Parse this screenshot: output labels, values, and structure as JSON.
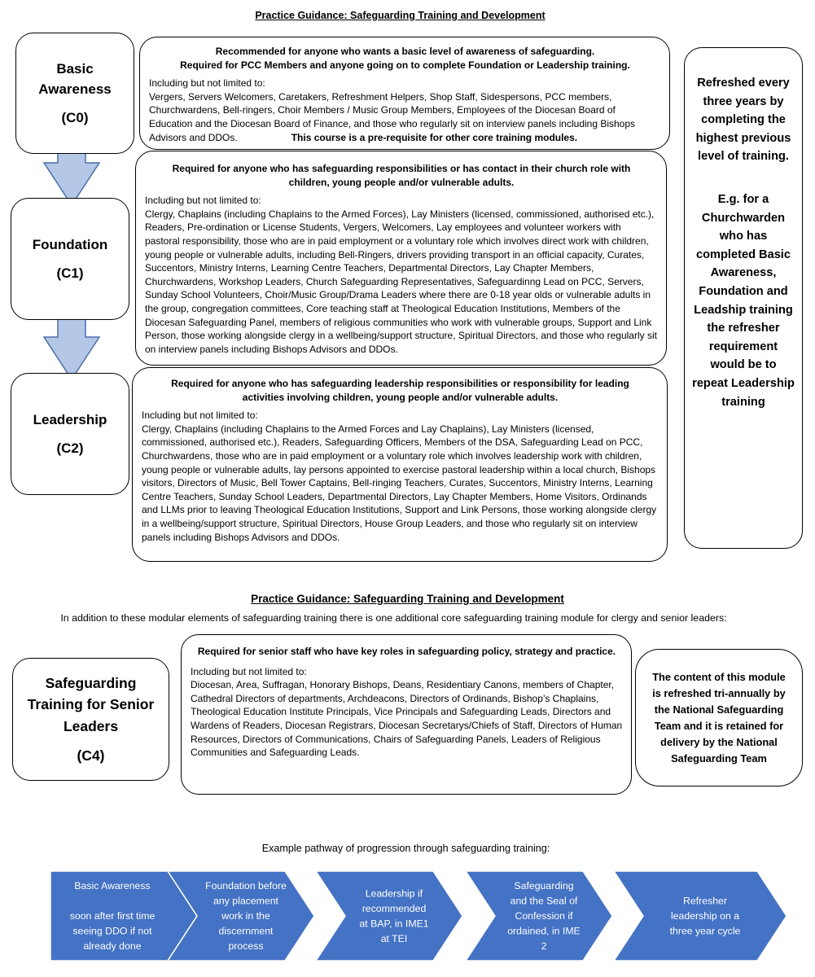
{
  "page_title": "Practice Guidance:  Safeguarding Training and Development",
  "levels": {
    "c0": {
      "name_line1": "Basic",
      "name_line2": "Awareness",
      "code": "(C0)",
      "header_line1": "Recommended for anyone who wants a basic level of awareness of safeguarding.",
      "header_line2": "Required for PCC Members and anyone going on to complete Foundation or Leadership training.",
      "intro": "Including but not limited to:",
      "roles": " Vergers, Servers Welcomers, Caretakers, Refreshment Helpers, Shop Staff, Sidespersons, PCC members, Churchwardens, Bell-ringers, Choir Members / Music Group Members, Employees of the Diocesan Board of Education and the Diocesan Board of Finance, and those who regularly sit on interview panels including Bishops Advisors and DDOs.",
      "prereq": "This course is a pre-requisite for other core training modules."
    },
    "c1": {
      "name": "Foundation",
      "code": "(C1)",
      "header": "Required for anyone who has safeguarding responsibilities or has contact in their church role with children, young people and/or vulnerable adults.",
      "intro": "Including but not limited to:",
      "roles": " Clergy, Chaplains (including Chaplains to the Armed Forces), Lay Ministers (licensed, commissioned, authorised etc.), Readers, Pre-ordination or License Students, Vergers, Welcomers, Lay employees and volunteer workers with pastoral responsibility, those who are in paid employment or a voluntary role which involves direct work with children, young people or vulnerable adults, including Bell-Ringers, drivers providing transport in an official capacity, Curates, Succentors, Ministry Interns, Learning Centre Teachers, Departmental Directors, Lay Chapter Members, Churchwardens, Workshop Leaders, Church Safeguarding Representatives, Safeguardinng Lead on PCC, Servers, Sunday School Volunteers, Choir/Music Group/Drama Leaders where there are 0-18 year olds or vulnerable adults in the group, congregation committees, Core teaching staff at Theological Education Institutions, Members of the Diocesan Safeguarding Panel, members of religious communities who work with vulnerable groups, Support and Link Person, those working alongside clergy in a wellbeing/support structure, Spiritual Directors, and those who regularly sit on interview panels including Bishops Advisors and DDOs."
    },
    "c2": {
      "name": "Leadership",
      "code": "(C2)",
      "header": "Required for anyone who has safeguarding leadership responsibilities or responsibility for leading activities involving children, young people and/or vulnerable adults.",
      "intro": "Including but not limited to:",
      "roles": "Clergy, Chaplains (including Chaplains to the Armed Forces and Lay Chaplains), Lay Ministers (licensed, commissioned, authorised etc.), Readers, Safeguarding Officers, Members of the DSA, Safeguarding Lead on PCC, Churchwardens, those who are in paid employment or a voluntary role which involves leadership work with children, young people or vulnerable adults, lay persons appointed to exercise pastoral leadership within a local church, Bishops visitors, Directors of Music, Bell Tower Captains, Bell-ringing Teachers, Curates, Succentors, Ministry Interns, Learning Centre Teachers, Sunday School Leaders, Departmental Directors, Lay Chapter Members, Home Visitors, Ordinands and LLMs prior to leaving Theological Education Institutions, Support and Link Persons, those working alongside clergy in a wellbeing/support structure, Spiritual Directors, House Group Leaders, and those who regularly sit on interview panels including Bishops Advisors and DDOs."
    },
    "c4": {
      "name": "Safeguarding Training for Senior Leaders",
      "code": "(C4)",
      "header": "Required for senior staff who have key roles in safeguarding policy, strategy and practice.",
      "intro": "Including but not limited to:",
      "roles": "Diocesan, Area, Suffragan, Honorary Bishops, Deans, Residentiary Canons, members of Chapter, Cathedral Directors of departments, Archdeacons, Directors of Ordinands, Bishop’s Chaplains, Theological Education Institute Principals, Vice Principals and Safeguarding Leads, Directors and Wardens of Readers, Diocesan Registrars, Diocesan Secretarys/Chiefs of Staff, Directors of Human Resources, Directors of Communications, Chairs of Safeguarding Panels, Leaders of Religious Communities and Safeguarding Leads."
    }
  },
  "refresher_note": {
    "para1": "Refreshed every three years by completing the highest previous level of training.",
    "para2": "E.g. for a Churchwarden who has completed Basic Awareness, Foundation and Leadship training the refresher requirement would be to repeat Leadership training"
  },
  "section2": {
    "title": "Practice Guidance:  Safeguarding Training and Development",
    "intro": "In addition to these modular elements of safeguarding training there is one additional core safeguarding training module for clergy and senior leaders:",
    "c4_note": "The content of this module is refreshed tri-annually by the National Safeguarding Team and it is retained for delivery by the National Safeguarding Team"
  },
  "pathway": {
    "label": "Example pathway of progression through safeguarding training:",
    "fill_color": "#4472c4",
    "steps": [
      {
        "lines": [
          "Basic Awareness",
          "",
          "soon after first time",
          "seeing DDO if not",
          "already done"
        ]
      },
      {
        "lines": [
          "Foundation before",
          "any placement",
          "work in the",
          "discernment",
          "process"
        ]
      },
      {
        "lines": [
          "Leadership if",
          "recommended",
          "at BAP, in IME1",
          "at TEI"
        ]
      },
      {
        "lines": [
          "Safeguarding",
          "and the Seal of",
          "Confession if",
          "ordained, in IME",
          "2"
        ]
      },
      {
        "lines": [
          "Refresher",
          "leadership on a",
          "three year cycle"
        ]
      }
    ]
  },
  "colors": {
    "arrow_fill": "#b4c7e7",
    "arrow_stroke": "#4a6fa8",
    "chevron_stroke": "#ffffff",
    "chevron_text": "#ffffff"
  }
}
